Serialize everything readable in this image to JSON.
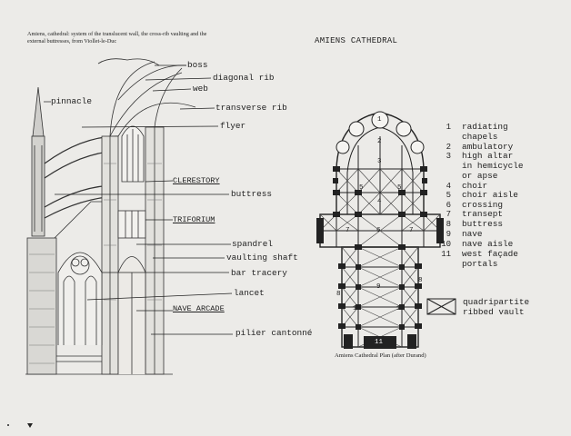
{
  "caption": "Amiens, cathedral: system of the translucent wall, the cross-rib vaulting and the external buttresses, from Viollet-le-Duc",
  "title": "AMIENS CATHEDRAL",
  "section_labels": [
    {
      "text": "boss",
      "underline": false
    },
    {
      "text": "diagonal rib",
      "underline": false
    },
    {
      "text": "web",
      "underline": false
    },
    {
      "text": "transverse rib",
      "underline": false
    },
    {
      "text": "pinnacle",
      "underline": false
    },
    {
      "text": "flyer",
      "underline": false
    },
    {
      "text": "CLERESTORY",
      "underline": true
    },
    {
      "text": "buttress",
      "underline": false
    },
    {
      "text": "TRIFORIUM",
      "underline": true
    },
    {
      "text": "spandrel",
      "underline": false
    },
    {
      "text": "vaulting shaft",
      "underline": false
    },
    {
      "text": "bar tracery",
      "underline": false
    },
    {
      "text": "lancet",
      "underline": false
    },
    {
      "text": "NAVE ARCADE",
      "underline": true
    },
    {
      "text": "pilier cantonné",
      "underline": false
    }
  ],
  "plan_numbers": [
    "1",
    "2",
    "3",
    "4",
    "5",
    "5",
    "6",
    "7",
    "7",
    "8",
    "8",
    "9",
    "10",
    "10",
    "11"
  ],
  "plan_caption": "Amiens Cathedral Plan (after Durand)",
  "legend": [
    {
      "num": "1",
      "text": "radiating\nchapels"
    },
    {
      "num": "2",
      "text": "ambulatory"
    },
    {
      "num": "3",
      "text": "high altar\nin hemicycle\nor apse"
    },
    {
      "num": "4",
      "text": "choir"
    },
    {
      "num": "5",
      "text": "choir aisle"
    },
    {
      "num": "6",
      "text": "crossing"
    },
    {
      "num": "7",
      "text": "transept"
    },
    {
      "num": "8",
      "text": "buttress"
    },
    {
      "num": "9",
      "text": "nave"
    },
    {
      "num": "10",
      "text": "nave aisle"
    },
    {
      "num": "11",
      "text": "west façade\nportals"
    }
  ],
  "vault_legend": "quadripartite\nribbed vault"
}
